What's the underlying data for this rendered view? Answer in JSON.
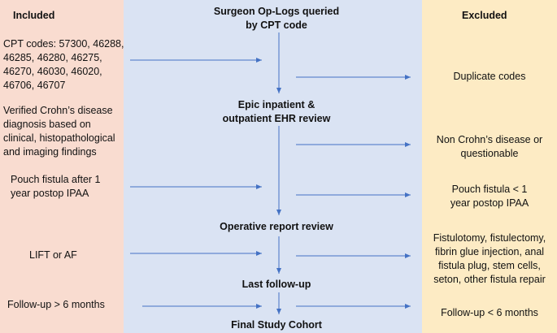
{
  "headers": {
    "included": "Included",
    "excluded": "Excluded"
  },
  "steps": [
    "Surgeon Op-Logs queried\nby CPT code",
    "Epic inpatient &\noutpatient EHR review",
    "Operative report review",
    "Last follow-up",
    "Final Study Cohort"
  ],
  "included": [
    "CPT codes: 57300, 46288,\n46285, 46280, 46275,\n46270, 46030, 46020,\n46706, 46707",
    "Verified Crohn’s disease\ndiagnosis based on\nclinical, histopathological\nand imaging findings",
    "Pouch fistula after 1\nyear postop IPAA",
    "LIFT or AF",
    "Follow-up > 6 months"
  ],
  "excluded": [
    "Duplicate codes",
    "Non Crohn’s disease or\nquestionable",
    "Pouch fistula < 1\nyear postop IPAA",
    "Fistulotomy, fistulectomy,\nfibrin glue injection, anal\nfistula plug, stem cells,\nseton, other fistula repair",
    "Follow-up < 6 months"
  ],
  "colors": {
    "included_bg": "#f9dcd0",
    "flow_bg": "#dae3f3",
    "excluded_bg": "#fdebc4",
    "arrow": "#4472c4"
  }
}
